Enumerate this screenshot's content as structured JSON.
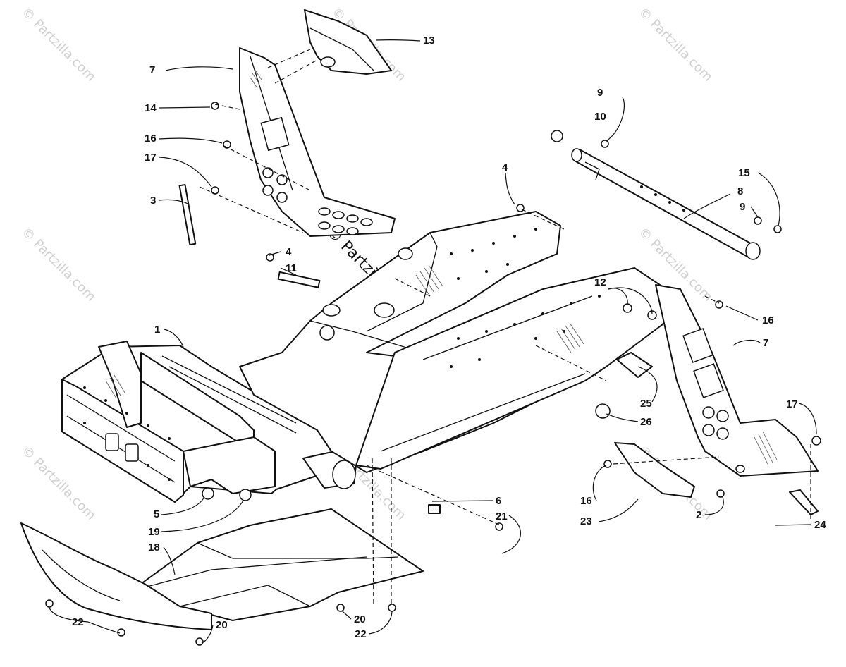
{
  "watermark": "© Partzilla.com",
  "watermark_center": "© Partzilla.com",
  "callouts": [
    "1",
    "2",
    "3",
    "4",
    "4",
    "5",
    "6",
    "7",
    "7",
    "8",
    "9",
    "9",
    "10",
    "11",
    "12",
    "13",
    "14",
    "15",
    "16",
    "16",
    "16",
    "17",
    "17",
    "18",
    "19",
    "20",
    "20",
    "21",
    "22",
    "22",
    "23",
    "24",
    "25",
    "26"
  ]
}
